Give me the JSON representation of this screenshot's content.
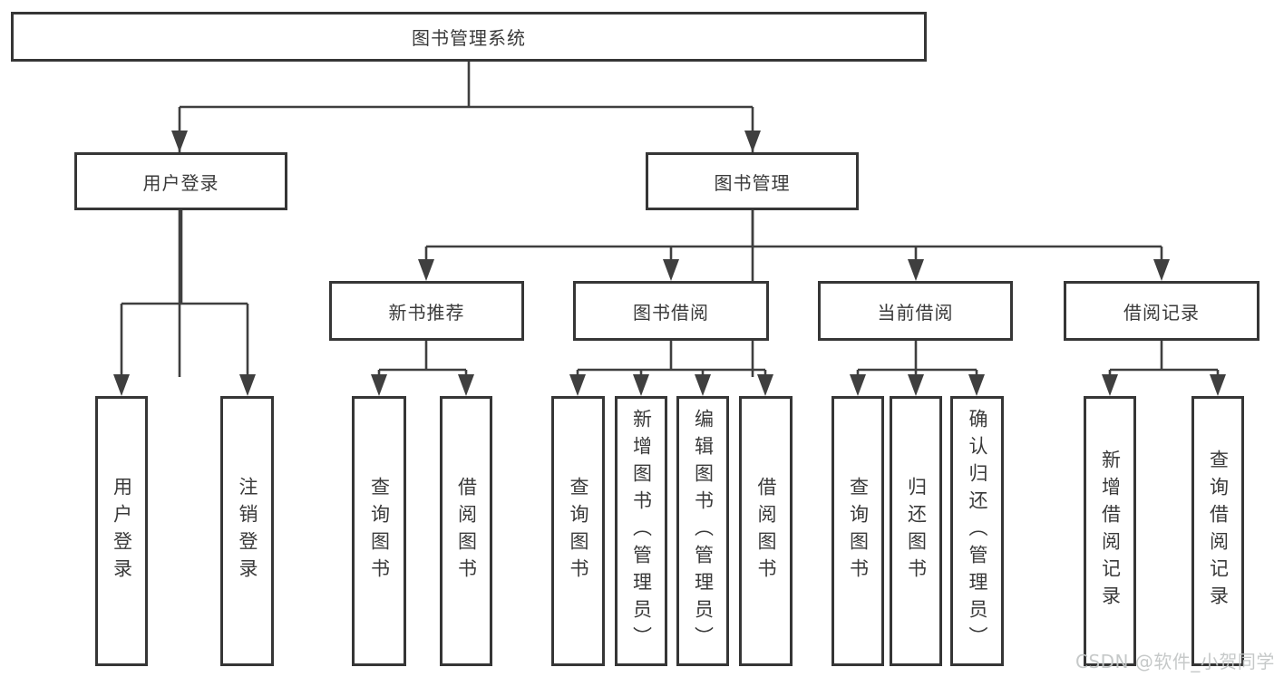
{
  "diagram": {
    "root": {
      "label": "图书管理系统"
    },
    "level2": [
      {
        "id": "user-login",
        "label": "用户登录"
      },
      {
        "id": "book-management",
        "label": "图书管理"
      }
    ],
    "level3": [
      {
        "id": "new-book-recommend",
        "label": "新书推荐"
      },
      {
        "id": "book-borrowing",
        "label": "图书借阅"
      },
      {
        "id": "current-borrowing",
        "label": "当前借阅"
      },
      {
        "id": "borrowing-records",
        "label": "借阅记录"
      }
    ],
    "leaf_groups": [
      {
        "parent_id": "user-login",
        "children": [
          {
            "label": "用户登录"
          },
          {
            "label": "注销登录"
          }
        ]
      },
      {
        "parent_id": "new-book-recommend",
        "children": [
          {
            "label": "查询图书"
          },
          {
            "label": "借阅图书"
          }
        ]
      },
      {
        "parent_id": "book-borrowing",
        "children": [
          {
            "label": "查询图书"
          },
          {
            "label": "新增图书（管理员）"
          },
          {
            "label": "编辑图书（管理员）"
          },
          {
            "label": "借阅图书"
          }
        ]
      },
      {
        "parent_id": "current-borrowing",
        "children": [
          {
            "label": "查询图书"
          },
          {
            "label": "归还图书"
          },
          {
            "label": "确认归还（管理员）"
          }
        ]
      },
      {
        "parent_id": "borrowing-records",
        "children": [
          {
            "label": "新增借阅记录"
          },
          {
            "label": "查询借阅记录"
          }
        ]
      }
    ]
  },
  "watermark": {
    "text": "CSDN @软件_小贺同学"
  },
  "colors": {
    "connector_line": "#3f3f3f",
    "box_border": "#363636",
    "box_fill": "#ffffff",
    "text": "#3a3a3a",
    "watermark": "#c3c6c6",
    "background": "#ffffff"
  }
}
